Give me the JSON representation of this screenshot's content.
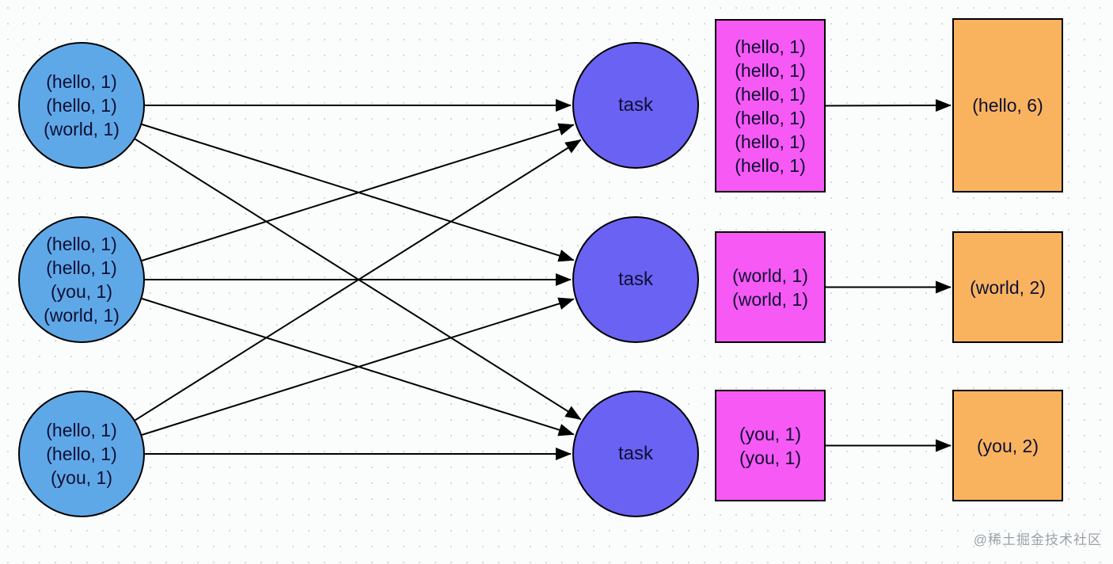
{
  "diagram": {
    "sources": [
      {
        "id": "src1",
        "lines": [
          "(hello, 1)",
          "(hello, 1)",
          "(world, 1)"
        ]
      },
      {
        "id": "src2",
        "lines": [
          "(hello, 1)",
          "(hello, 1)",
          "(you, 1)",
          "(world, 1)"
        ]
      },
      {
        "id": "src3",
        "lines": [
          "(hello, 1)",
          "(hello, 1)",
          "(you, 1)"
        ]
      }
    ],
    "tasks": [
      {
        "id": "task1",
        "label": "task"
      },
      {
        "id": "task2",
        "label": "task"
      },
      {
        "id": "task3",
        "label": "task"
      }
    ],
    "shuffle_groups": [
      {
        "id": "grp1",
        "lines": [
          "(hello, 1)",
          "(hello, 1)",
          "(hello, 1)",
          "(hello, 1)",
          "(hello, 1)",
          "(hello, 1)"
        ]
      },
      {
        "id": "grp2",
        "lines": [
          "(world, 1)",
          "(world, 1)"
        ]
      },
      {
        "id": "grp3",
        "lines": [
          "(you, 1)",
          "(you, 1)"
        ]
      }
    ],
    "results": [
      {
        "id": "res1",
        "label": "(hello, 6)"
      },
      {
        "id": "res2",
        "label": "(world, 2)"
      },
      {
        "id": "res3",
        "label": "(you, 2)"
      }
    ],
    "edges": [
      [
        "src1",
        "task1"
      ],
      [
        "src1",
        "task2"
      ],
      [
        "src1",
        "task3"
      ],
      [
        "src2",
        "task1"
      ],
      [
        "src2",
        "task2"
      ],
      [
        "src2",
        "task3"
      ],
      [
        "src3",
        "task1"
      ],
      [
        "src3",
        "task2"
      ],
      [
        "src3",
        "task3"
      ],
      [
        "grp1",
        "res1"
      ],
      [
        "grp2",
        "res2"
      ],
      [
        "grp3",
        "res3"
      ]
    ],
    "colors": {
      "source_fill": "#5fa8e8",
      "task_fill": "#6a62f2",
      "group_fill": "#f659f4",
      "result_fill": "#f9b35f",
      "edge": "#000000",
      "text": "#0f0f33",
      "watermark": "#9aa2a8"
    }
  },
  "watermark": "@稀土掘金技术社区"
}
